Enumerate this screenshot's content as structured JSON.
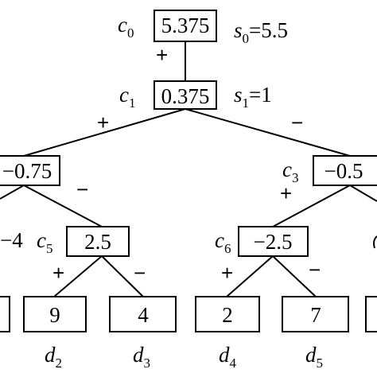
{
  "nodes": {
    "c0": {
      "label": "c",
      "index": "0",
      "value": "5.375"
    },
    "c1": {
      "label": "c",
      "index": "1",
      "value": "0.375"
    },
    "c2": {
      "value": "−0.75"
    },
    "c3": {
      "label": "c",
      "index": "3",
      "value": "−0.5"
    },
    "c4_partial": {
      "value": "−4"
    },
    "c5": {
      "label": "c",
      "index": "5",
      "value": "2.5"
    },
    "c6": {
      "label": "c",
      "index": "6",
      "value": "−2.5"
    }
  },
  "scales": {
    "s0": {
      "label": "s",
      "index": "0",
      "value": "=5.5"
    },
    "s1": {
      "label": "s",
      "index": "1",
      "value": "=1"
    }
  },
  "leaves": {
    "d2": {
      "label": "d",
      "index": "2",
      "value": "9"
    },
    "d3": {
      "label": "d",
      "index": "3",
      "value": "4"
    },
    "d4": {
      "label": "d",
      "index": "4",
      "value": "2"
    },
    "d5": {
      "label": "d",
      "index": "5",
      "value": "7"
    }
  },
  "signs": {
    "plus": "+",
    "minus": "−"
  }
}
